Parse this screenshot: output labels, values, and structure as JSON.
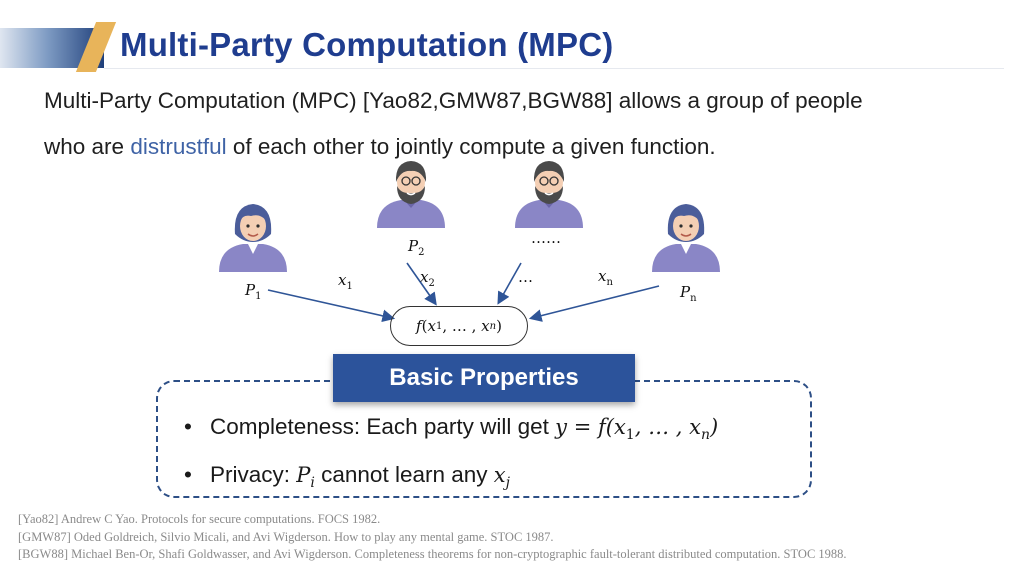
{
  "header": {
    "title": "Multi-Party Computation (MPC)"
  },
  "intro": {
    "line1": "Multi-Party Computation (MPC) [Yao82,GMW87,BGW88] allows a group of people",
    "line2_before": "who are ",
    "line2_highlight": "distrustful",
    "line2_after": " of each other to jointly compute a given function."
  },
  "diagram": {
    "parties": [
      {
        "name": "P",
        "sub": "1",
        "input": "x",
        "input_sub": "1"
      },
      {
        "name": "P",
        "sub": "2",
        "input": "x",
        "input_sub": "2"
      },
      {
        "name": "P",
        "sub": "n",
        "input": "x",
        "input_sub": "n"
      }
    ],
    "ellipsis_top": "……",
    "ellipsis_input": "…",
    "function": {
      "f": "f",
      "open": "(",
      "x1": "x",
      "s1": "1",
      "mid": ", … , ",
      "xn": "x",
      "sn": "n",
      "close": ")"
    }
  },
  "properties": {
    "heading": "Basic Properties",
    "completeness": {
      "label": "Completeness: Each party will get ",
      "eq_lhs": "y = f(x",
      "eq_s1": "1",
      "eq_mid": ", … , x",
      "eq_sn": "n",
      "eq_close": ")"
    },
    "privacy": {
      "label": "Privacy: ",
      "p": "P",
      "p_sub": "i",
      "text": " cannot learn any ",
      "x": "x",
      "x_sub": "j"
    },
    "bullet": "•"
  },
  "references": [
    "[Yao82] Andrew C Yao. Protocols for secure computations. FOCS 1982.",
    "[GMW87] Oded Goldreich, Silvio Micali, and Avi Wigderson. How to play any mental game. STOC 1987.",
    "[BGW88] Michael Ben-Or, Shafi Goldwasser, and Avi Wigderson. Completeness theorems for non-cryptographic fault-tolerant distributed computation. STOC 1988."
  ],
  "colors": {
    "title": "#1f3d8f",
    "accent": "#3f63a6",
    "heading_bg": "#2c539b",
    "dash": "#2d4f86",
    "avatar": "#8a86c6",
    "arrow": "#2f5597"
  }
}
